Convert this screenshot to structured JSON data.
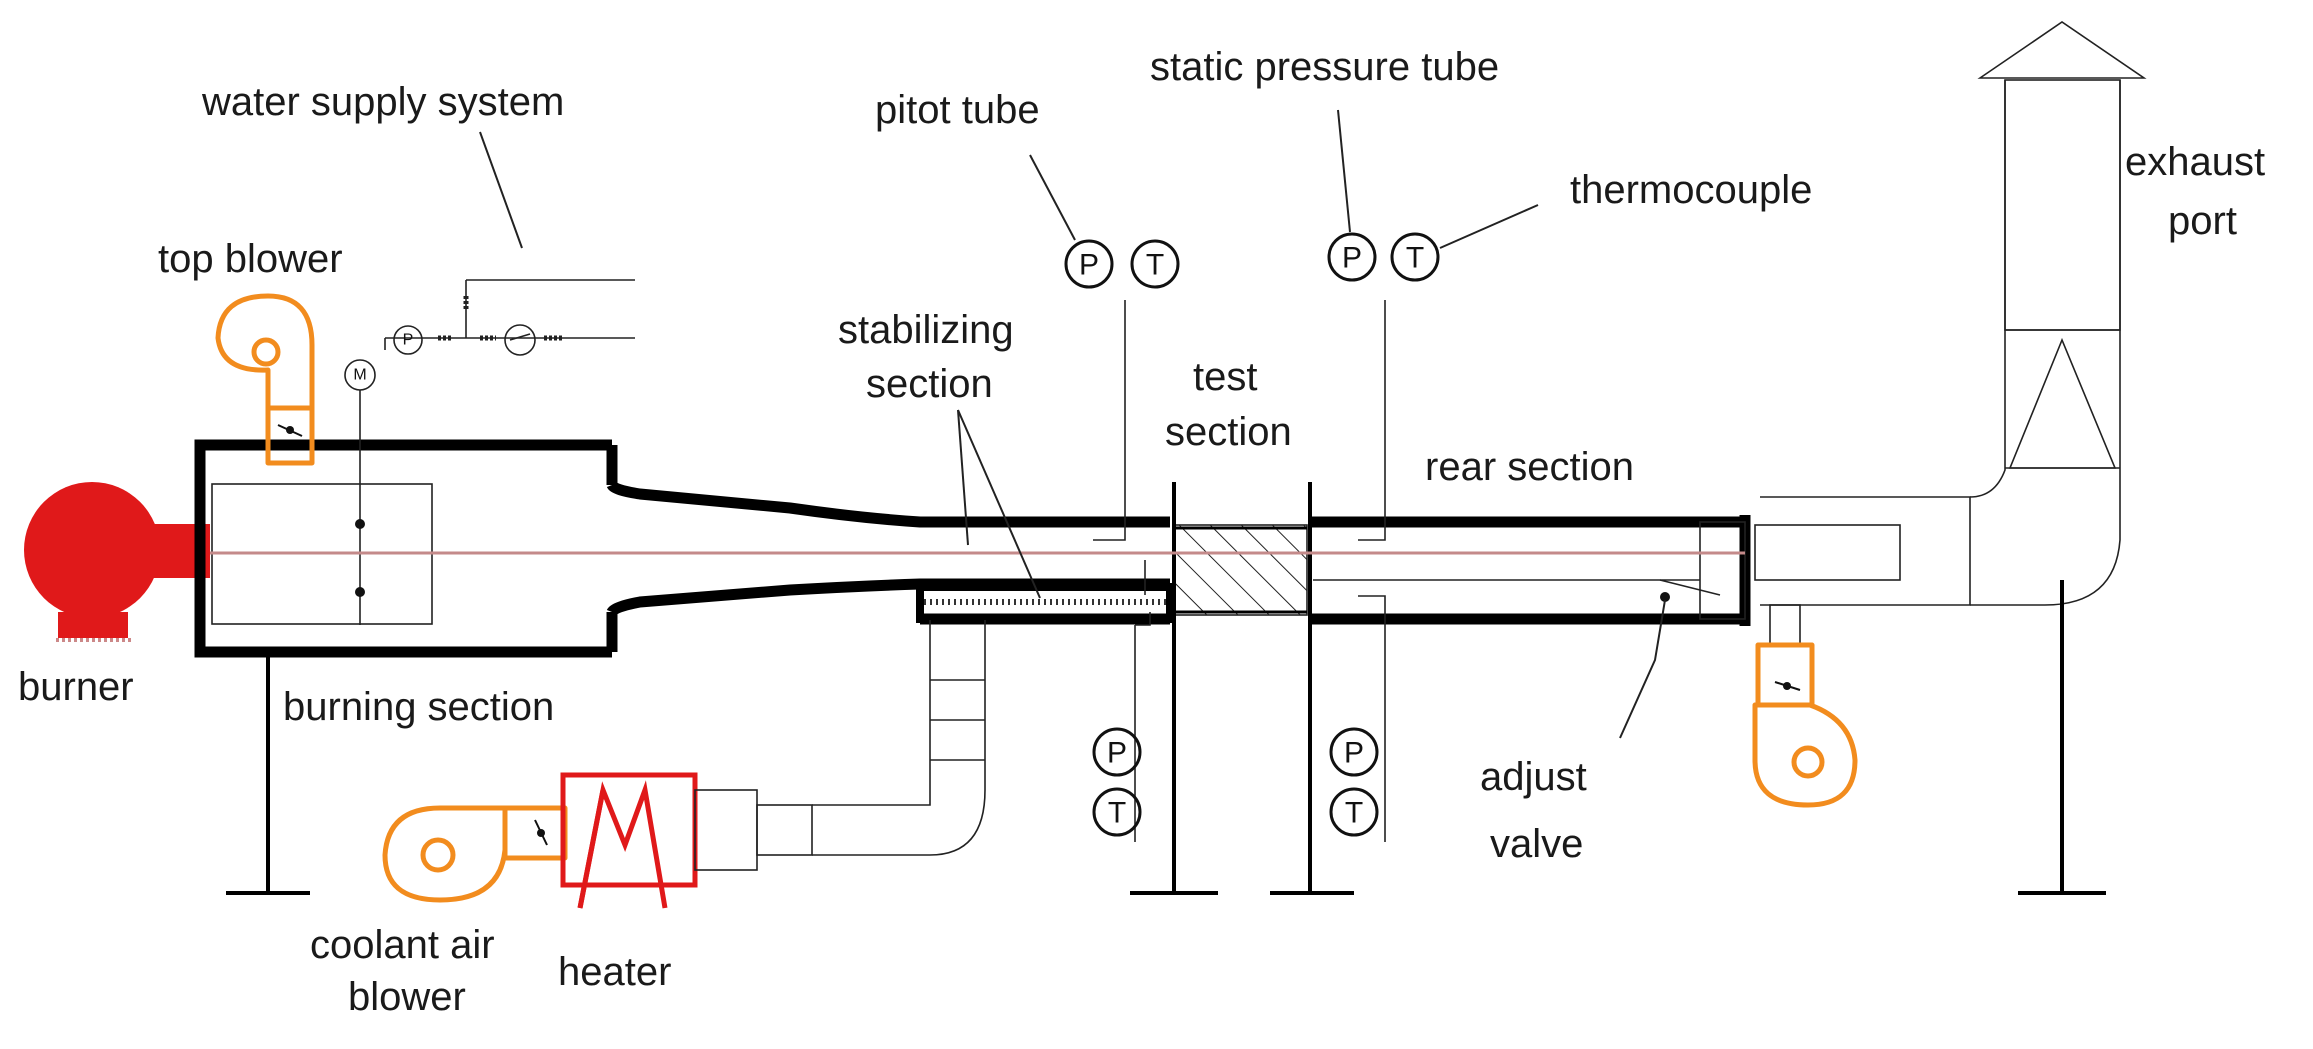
{
  "labels": {
    "water_supply_system": "water supply system",
    "top_blower": "top blower",
    "pitot_tube": "pitot tube",
    "static_pressure_tube": "static pressure tube",
    "thermocouple": "thermocouple",
    "exhaust": "exhaust",
    "port": "port",
    "stabilizing": "stabilizing",
    "section_a": "section",
    "test": "test",
    "section_b": "section",
    "rear_section": "rear section",
    "burner": "burner",
    "burning_section": "burning section",
    "adjust": "adjust",
    "valve": "valve",
    "coolant_air": "coolant air",
    "blower": "blower",
    "heater": "heater"
  },
  "symbols": {
    "pressure": "P",
    "temperature": "T",
    "motor": "M"
  },
  "colors": {
    "burner": "#e0191a",
    "blower": "#f28c1e",
    "heater": "#e0191a",
    "centerline": "#c48a8a",
    "structure": "#000000"
  }
}
